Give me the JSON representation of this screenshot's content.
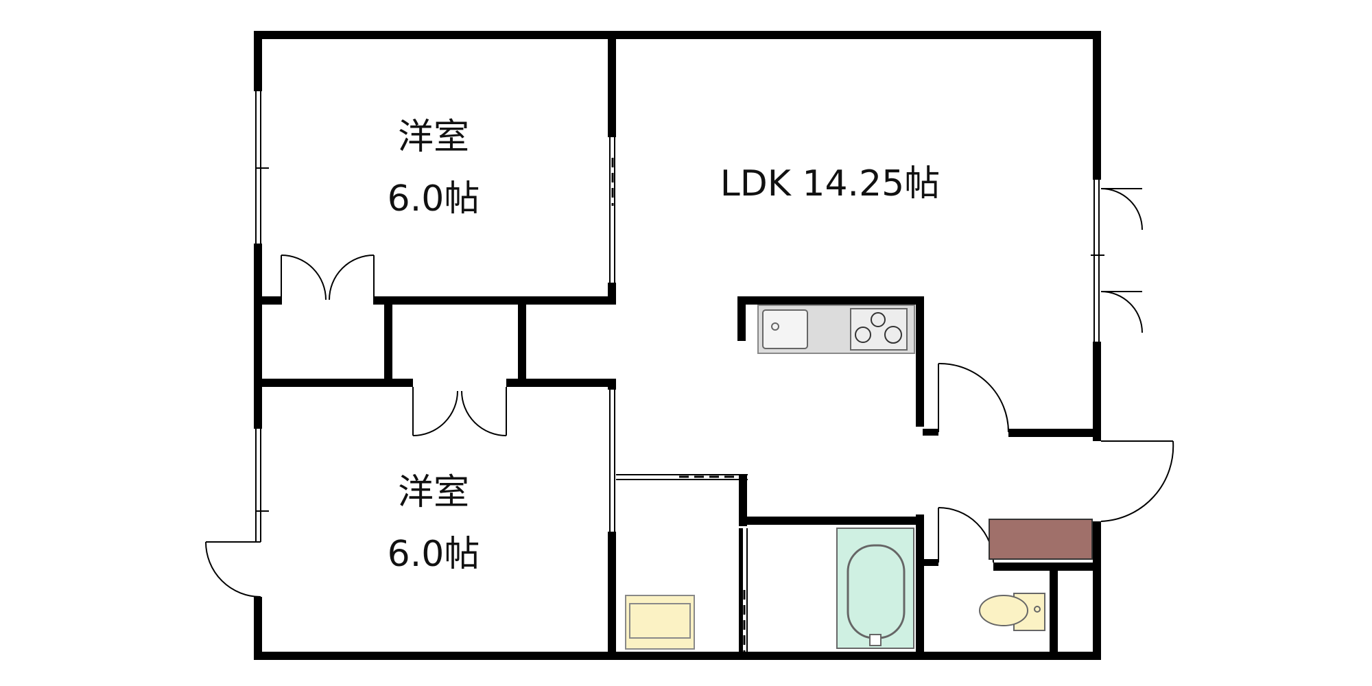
{
  "rooms": {
    "bedroom_upper": {
      "name": "洋室",
      "size": "6.0帖"
    },
    "bedroom_lower": {
      "name": "洋室",
      "size": "6.0帖"
    },
    "ldk": {
      "label": "LDK 14.25帖"
    }
  },
  "colors": {
    "wall": "#000000",
    "counter": "#dcdcdc",
    "bathtub": "#cff0e2",
    "washer": "#fbf2c4",
    "shoe_cabinet": "#a0706a",
    "toilet": "#fbf2c4",
    "fixture_line": "#666666"
  },
  "icons": [
    "sink-icon",
    "stove-icon",
    "bathtub-icon",
    "washing-machine-icon",
    "toilet-icon"
  ]
}
